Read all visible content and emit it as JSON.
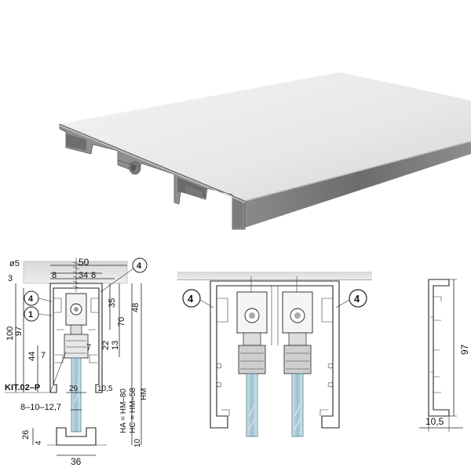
{
  "render": {
    "title": "",
    "section_1": {
      "dims": {
        "top_label": "ø5",
        "d50": "50",
        "d8a": "8",
        "d34": "34",
        "d8b": "8",
        "d3": "3",
        "d100": "100",
        "d97": "97",
        "d35": "35",
        "d70": "70",
        "d48": "48",
        "d44": "44",
        "d22": "22",
        "d13": "13",
        "d7a": "7",
        "d7b": "7",
        "d29": "29",
        "d10_5": "10,5",
        "d26": "26",
        "d4": "4",
        "d36": "36",
        "d10": "10",
        "range": "8–10–12,7",
        "ha": "HA = HM–80",
        "hc": "HC = HM–58",
        "hm": "HM"
      },
      "callouts": {
        "c4a": "4",
        "c4b": "4",
        "c1": "1"
      },
      "kit": "KIT.02–P"
    },
    "section_2": {
      "callouts": {
        "c4l": "4",
        "c4r": "4"
      }
    },
    "section_3": {
      "dims": {
        "d97": "97",
        "d10_5": "10,5"
      }
    }
  }
}
